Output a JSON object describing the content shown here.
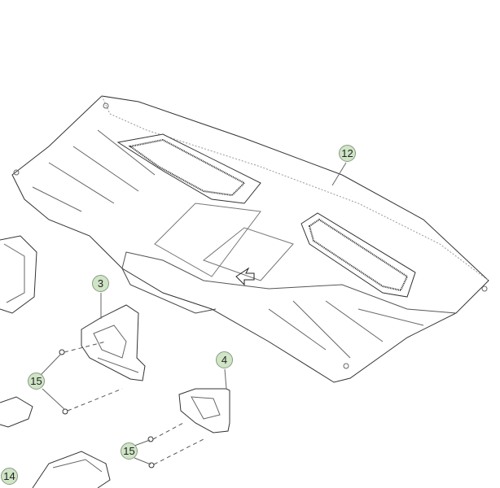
{
  "diagram": {
    "callouts": [
      {
        "id": "c12",
        "label": "12"
      },
      {
        "id": "c3",
        "label": "3"
      },
      {
        "id": "c4",
        "label": "4"
      },
      {
        "id": "c15a",
        "label": "15"
      },
      {
        "id": "c15b",
        "label": "15"
      },
      {
        "id": "c14",
        "label": "14"
      }
    ],
    "callout_fill": "#cfe5c6"
  }
}
